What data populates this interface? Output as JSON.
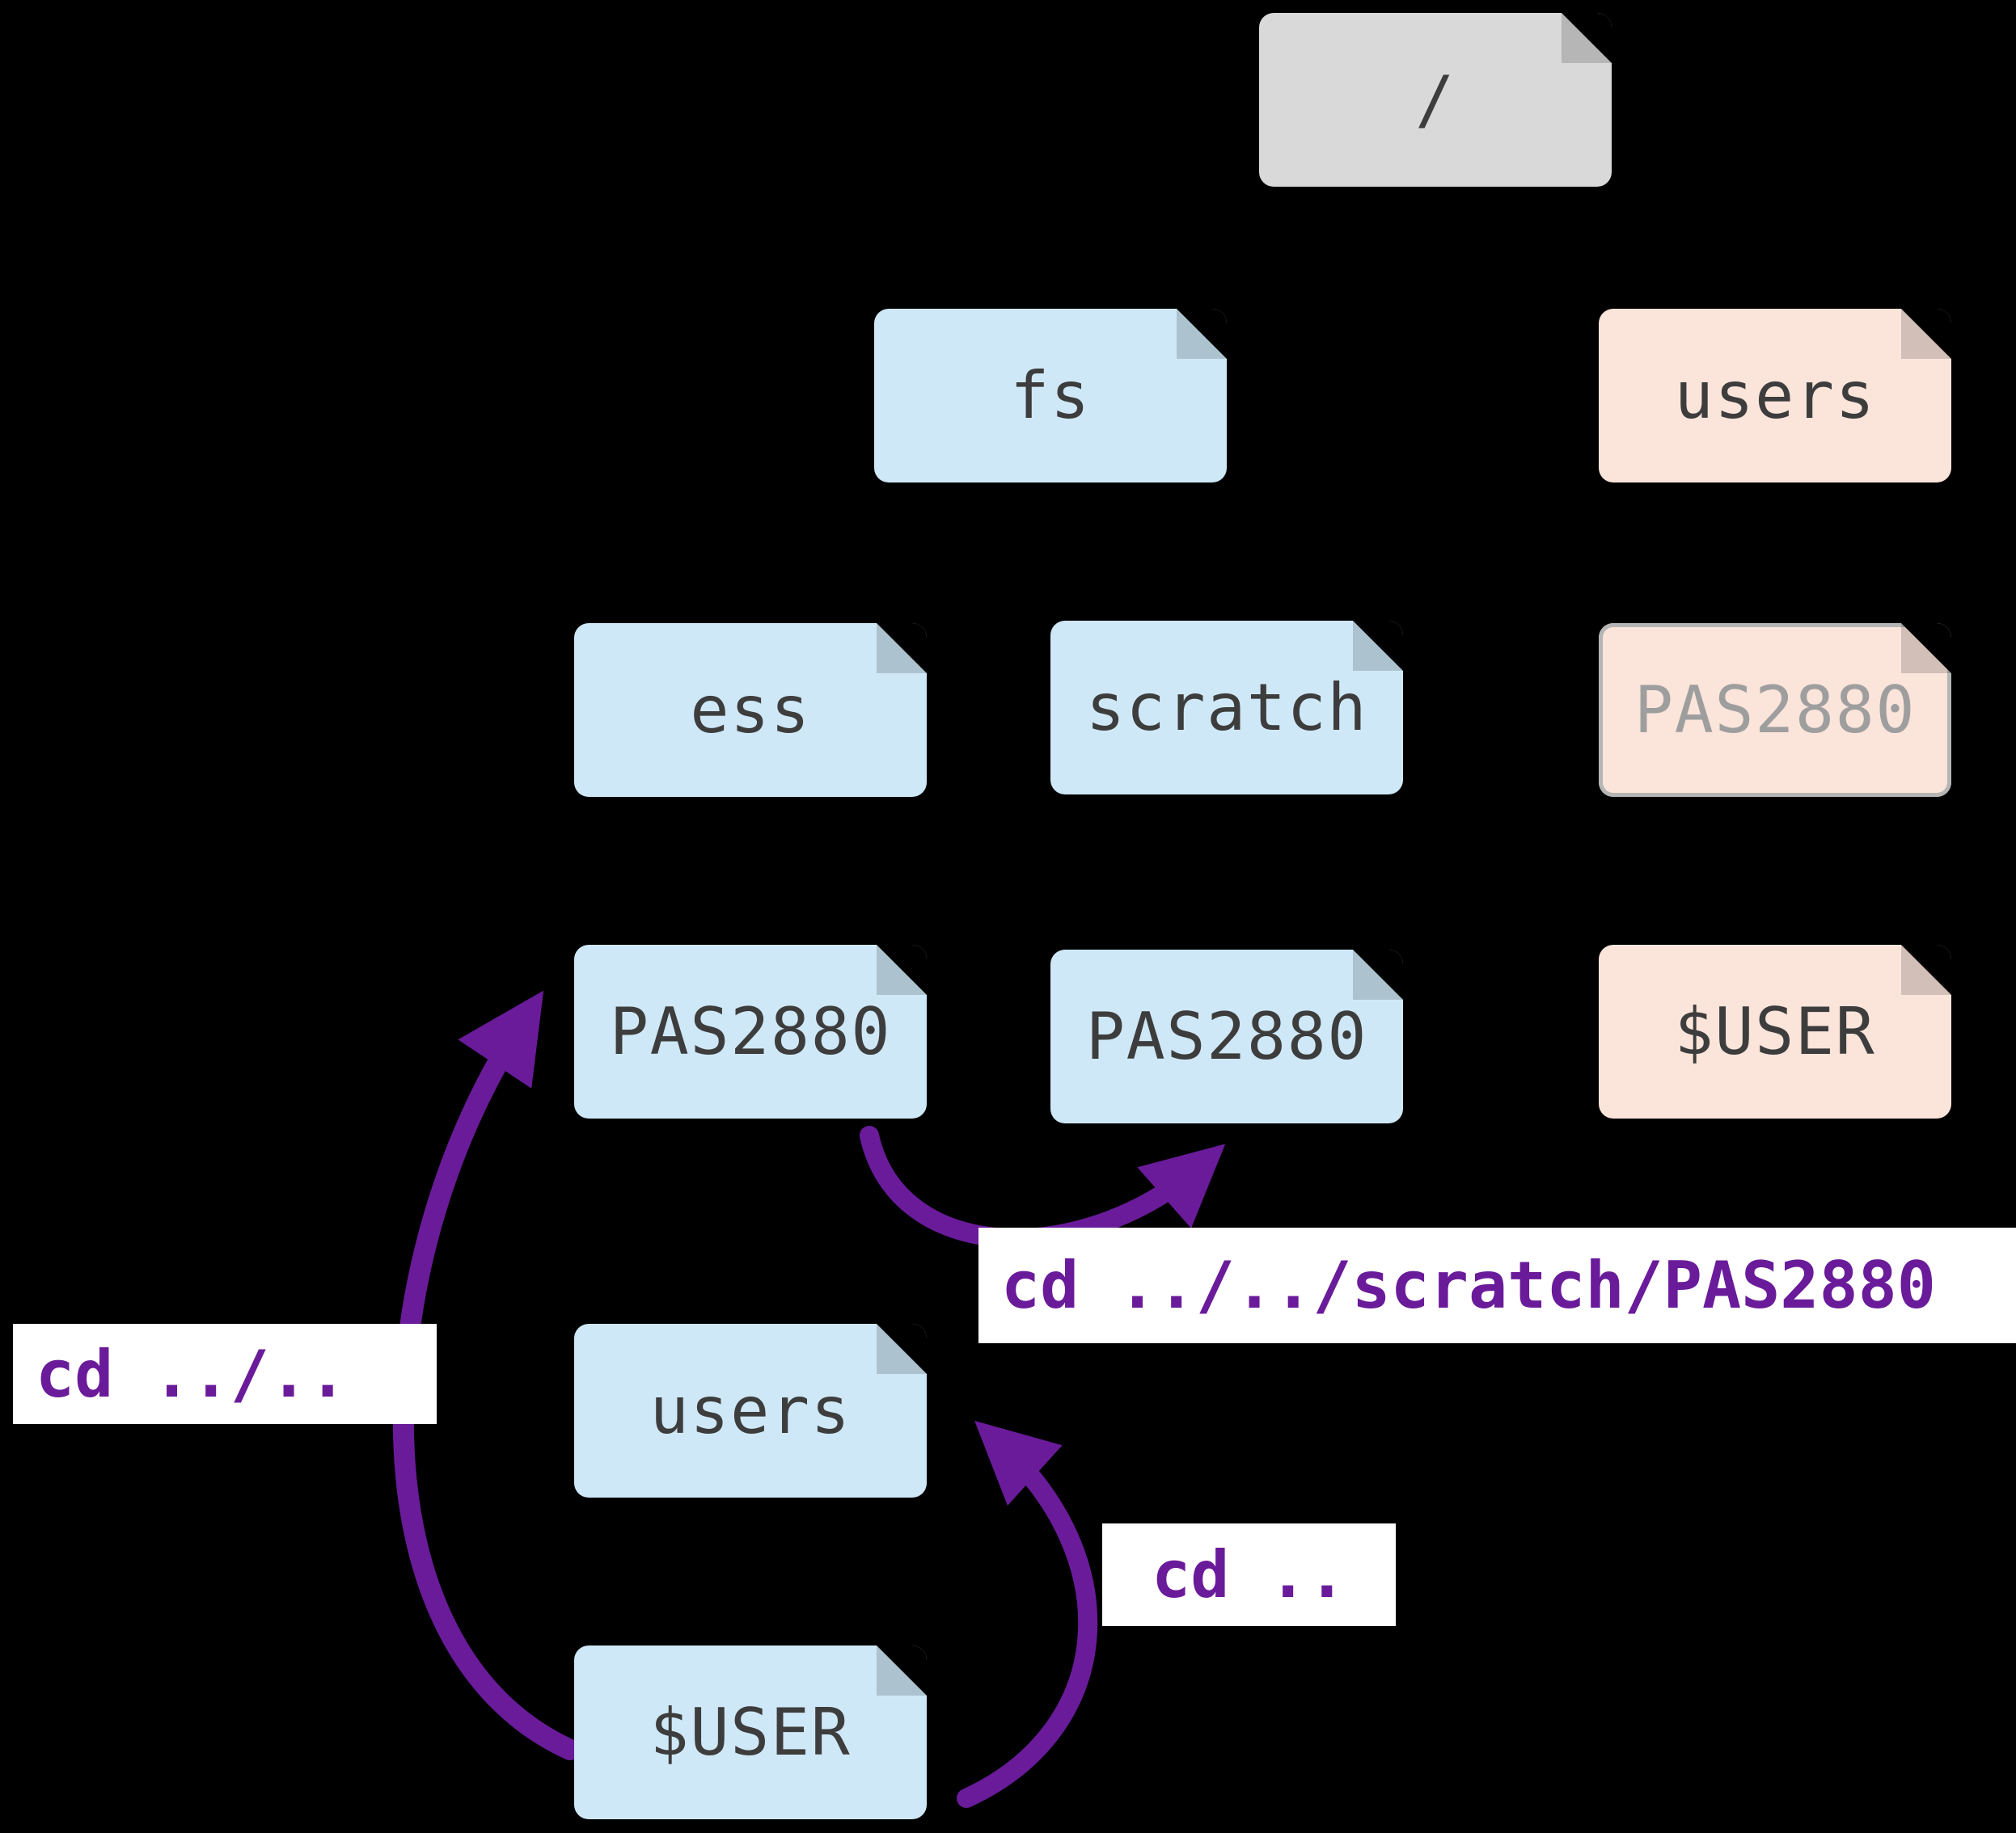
{
  "colors": {
    "background": "#000000",
    "folder_gray": "#d9d9d9",
    "folder_blue": "#cfe8f7",
    "folder_peach": "#fbe4da",
    "folder_text": "#3d3d3d",
    "folder_dim_text": "#9e9e9e",
    "accent_purple": "#6a1b9a",
    "command_label_bg": "#ffffff"
  },
  "nodes": {
    "root": {
      "label": "/",
      "variant": "gray"
    },
    "fs": {
      "label": "fs",
      "variant": "blue"
    },
    "users_root": {
      "label": "users",
      "variant": "peach"
    },
    "ess": {
      "label": "ess",
      "variant": "blue"
    },
    "scratch": {
      "label": "scratch",
      "variant": "blue"
    },
    "pas2880_users": {
      "label": "PAS2880",
      "variant": "peach-dim"
    },
    "pas2880_ess": {
      "label": "PAS2880",
      "variant": "blue"
    },
    "pas2880_scratch": {
      "label": "PAS2880",
      "variant": "blue"
    },
    "user_peach": {
      "label": "$USER",
      "variant": "peach"
    },
    "users_ess": {
      "label": "users",
      "variant": "blue"
    },
    "user_blue": {
      "label": "$USER",
      "variant": "blue"
    }
  },
  "commands": {
    "cd_up_two": "cd ../..",
    "cd_scratch": "cd ../../scratch/PAS2880",
    "cd_up": "cd .."
  }
}
